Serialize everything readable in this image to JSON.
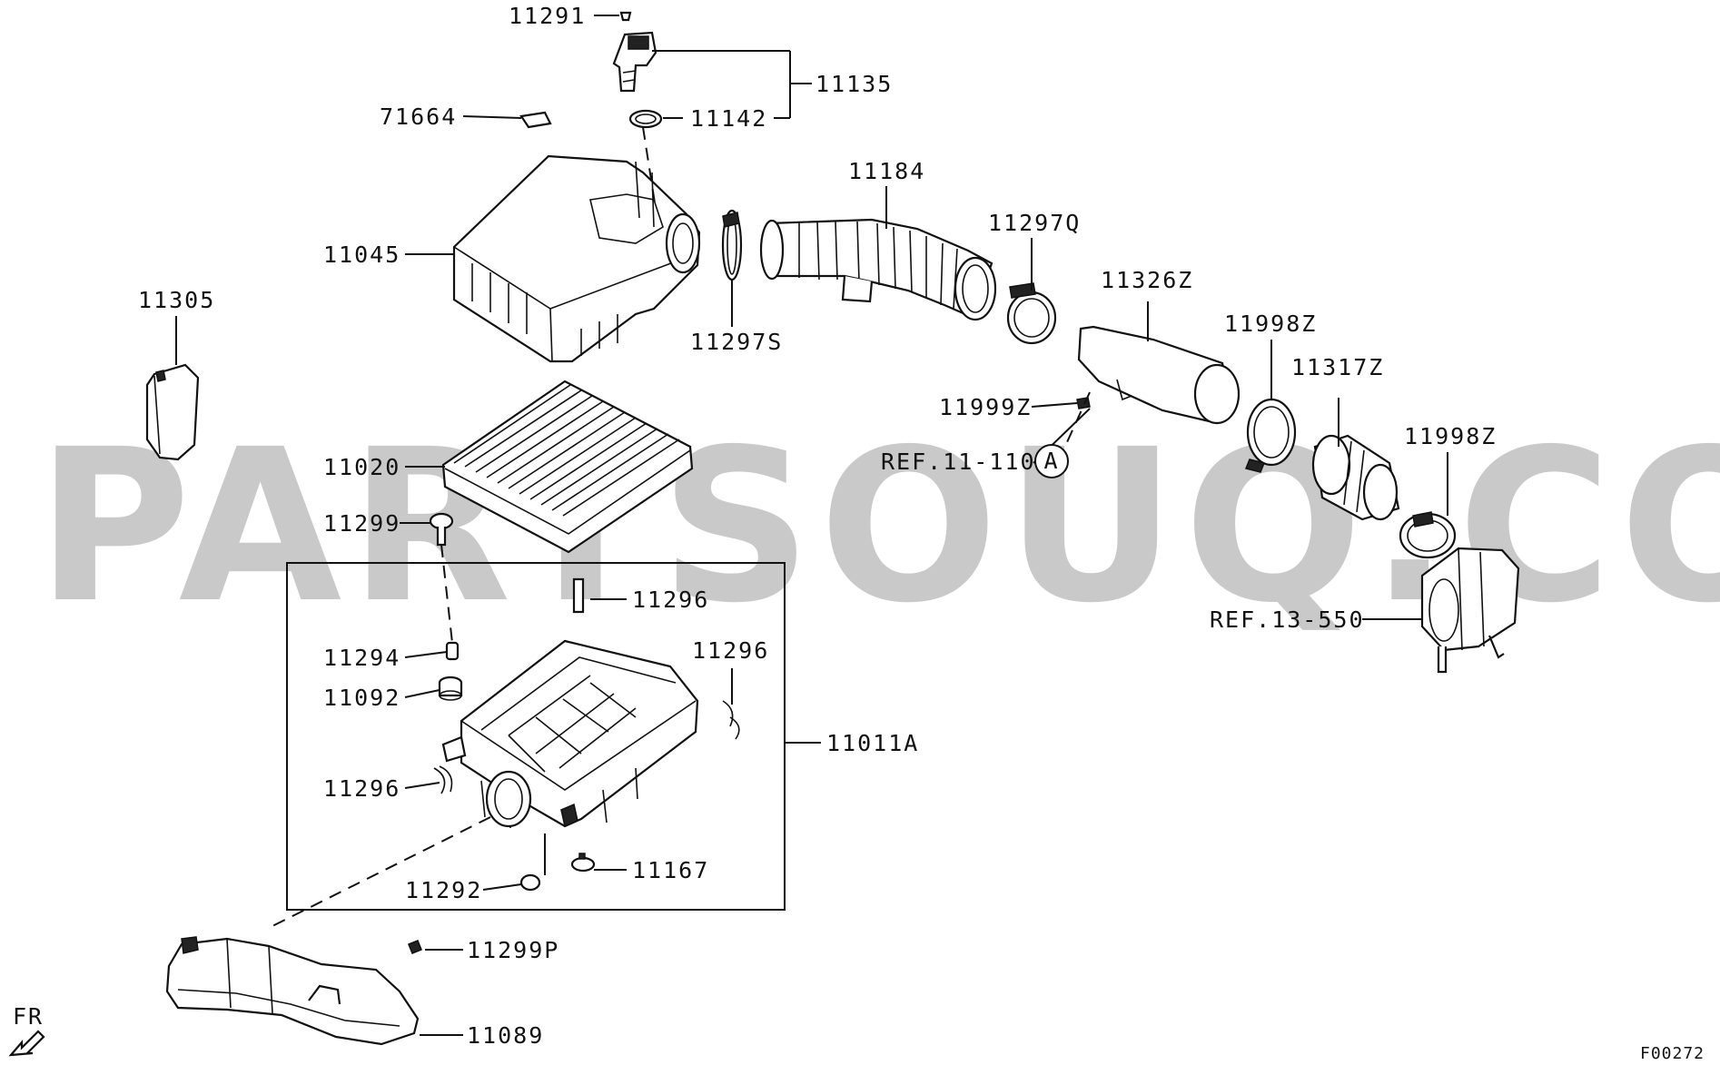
{
  "watermark": "PARTSOUQ.COM",
  "diagram_code": "F00272",
  "direction_label": "FR",
  "ref_marker": "A",
  "labels": {
    "p11291": "11291",
    "p11135": "11135",
    "p11142": "11142",
    "p71664": "71664",
    "p11184": "11184",
    "p11297Q": "11297Q",
    "p11045": "11045",
    "p11326Z": "11326Z",
    "p11305": "11305",
    "p11998Z_a": "11998Z",
    "p11297S": "11297S",
    "p11317Z": "11317Z",
    "p11999Z": "11999Z",
    "p11998Z_b": "11998Z",
    "ref_11_110": "REF.11-110",
    "p11020": "11020",
    "p11299": "11299",
    "p11296_a": "11296",
    "ref_13_550": "REF.13-550",
    "p11294": "11294",
    "p11296_b": "11296",
    "p11092": "11092",
    "p11011A": "11011A",
    "p11296_c": "11296",
    "p11167": "11167",
    "p11292": "11292",
    "p11299P": "11299P",
    "p11089": "11089"
  }
}
